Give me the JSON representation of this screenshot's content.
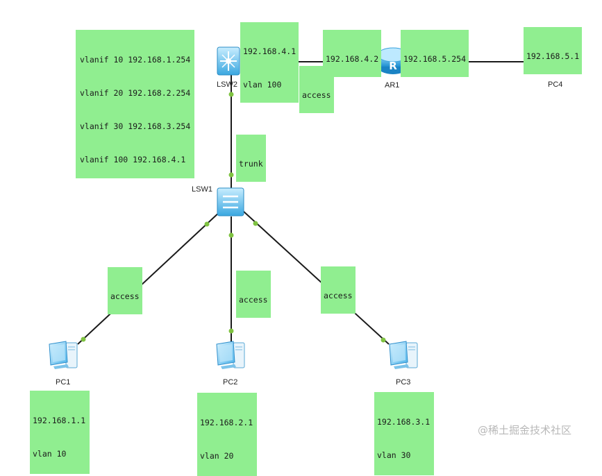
{
  "devices": {
    "lsw2": "LSW2",
    "ar1": "AR1",
    "pc4": "PC4",
    "lsw1": "LSW1",
    "pc1": "PC1",
    "pc2": "PC2",
    "pc3": "PC3"
  },
  "notes": {
    "lsw2_vlanif": [
      "vlanif 10 192.168.1.254",
      "vlanif 20 192.168.2.254",
      "vlanif 30 192.168.3.254",
      "vlanif 100 192.168.4.1"
    ],
    "lsw2_uplink": [
      "192.168.4.1",
      "vlan 100"
    ],
    "ar1_g1": [
      "192.168.4.2"
    ],
    "ar1_g2": [
      "192.168.5.254"
    ],
    "pc4_ip": [
      "192.168.5.1"
    ],
    "link_lsw2_ar1": [
      "access"
    ],
    "link_lsw2_lsw1": [
      "trunk"
    ],
    "link_lsw1_pc1": [
      "access"
    ],
    "link_lsw1_pc2": [
      "access"
    ],
    "link_lsw1_pc3": [
      "access"
    ],
    "pc1_ip": [
      "192.168.1.1",
      "vlan 10"
    ],
    "pc2_ip": [
      "192.168.2.1",
      "vlan 20"
    ],
    "pc3_ip": [
      "192.168.3.1",
      "vlan 30"
    ]
  },
  "watermark": "@稀土掘金技术社区",
  "colors": {
    "label_bg": "#90ee90",
    "link": "#1a1a1a",
    "port": "#7fc241",
    "device": "#4fb6e8"
  }
}
